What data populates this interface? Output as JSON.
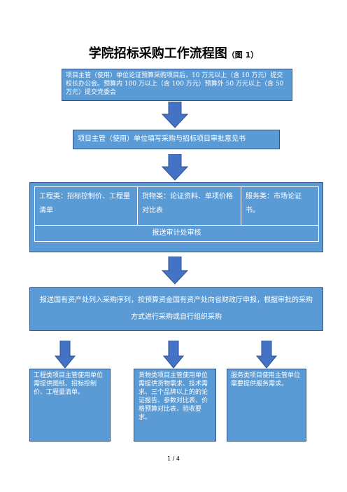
{
  "title": {
    "main": "学院招标采购工作流程图",
    "sub": "（图 1）"
  },
  "step1": "项目主管（使用）单位论证预算采购项目后，10 万元以上（含 10 万元）提交校长办公会。预算内 100 万以上（含 100 万元）预算外 50 万元以上（含 50 万元）提交党委会",
  "step2": "项目主管（使用）单位填写采购与招标项目审批意见书",
  "step3": {
    "engineering": "工程类：招标控制价、工程量清单",
    "goods": "货物类：论证资料、单项价格对比表",
    "services": "服务类：市场论证书。",
    "audit": "报送审计处审核"
  },
  "step4": "报送国有资产处列入采购序列，按预算资金国有资产处向省财政厅申报，根据审批的采购方式进行采购或自行组织采购",
  "branches": {
    "engineering": "工程类项目主管使用单位需提供图纸、招标控制价、工程量清单。",
    "goods": "货物类项目主管使用单位需提供货物需求、技术需求、三个品牌以上的的论证报告、参数对比表、价格预算对比表，验收要求。",
    "services": "服务类项目使用主管单位需要提供服务需求。"
  },
  "footer": "1 / 4",
  "colors": {
    "box_fill": "#5b9bd5",
    "box_border": "#2f528f",
    "arrow_fill": "#4472c4"
  }
}
